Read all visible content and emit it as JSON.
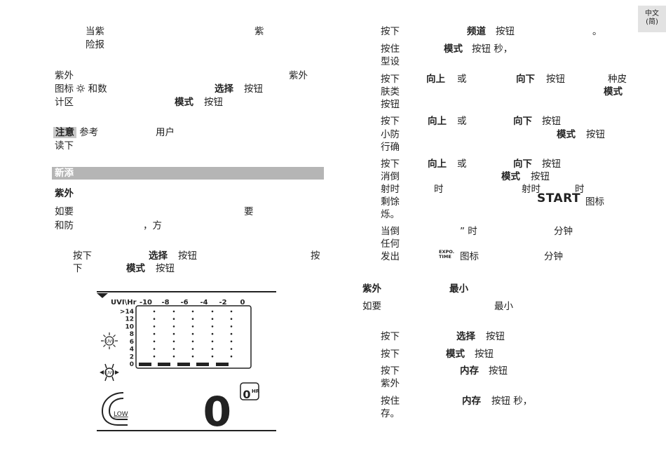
{
  "lang_tab": [
    "中文",
    "(简)"
  ],
  "left": {
    "p1": {
      "l1a": "当紫",
      "l1b": "紫",
      "l2": "险报"
    },
    "p2": {
      "l1a": "紫外",
      "l1b": "紫外",
      "l2a": "图标 ",
      "l2b": " 和数",
      "l2c": "选择",
      "l2d": "按钮",
      "l3a": "计区",
      "l3b": "模式",
      "l3c": "按钮"
    },
    "note": {
      "label": "注意",
      "t1": "参考",
      "t2": "用户",
      "l2": "读下"
    },
    "section_title": "新添",
    "subhead": "紫外",
    "p3": {
      "l1a": "如要",
      "l1b": "要",
      "l2a": "和防",
      "l2b": "，方"
    },
    "p4": {
      "l1a": "按下",
      "l1b": "选择",
      "l1c": "按钮",
      "l1d": "按",
      "l2a": "下",
      "l2b": "模式",
      "l2c": "按钮"
    }
  },
  "lcd": {
    "header": "UVI\\Hr",
    "x_ticks": [
      "-10",
      "-8",
      "-6",
      "-4",
      "-2",
      "0"
    ],
    "y_ticks": [
      ">14",
      "12",
      "10",
      "8",
      "6",
      "4",
      "2",
      "0"
    ],
    "uvi_label": "UVI",
    "low_label": "LOW",
    "digit": "0",
    "hr_digit": "0",
    "hr_label": "HR"
  },
  "right": {
    "s1": {
      "a": "按下",
      "b": "频道",
      "c": "按钮",
      "d": "。"
    },
    "s2": {
      "a": "按住",
      "b": "模式",
      "c": "按钮 秒，",
      "l2": "型设"
    },
    "s3": {
      "a": "按下",
      "b": "向上",
      "c": "或",
      "d": "向下",
      "e": "按钮",
      "f": "种皮",
      "l2": "肤类",
      "l2b": "模式",
      "l3": "按钮"
    },
    "s4": {
      "a": "按下",
      "b": "向上",
      "c": "或",
      "d": "向下",
      "e": "按钮",
      "l2": "小防",
      "l2b": "模式",
      "l2c": "按钮",
      "l3": "行确"
    },
    "s5": {
      "a": "按下",
      "b": "向上",
      "c": "或",
      "d": "向下",
      "e": "按钮",
      "l2": "消倒",
      "l2b": "模式",
      "l2c": "按钮",
      "l3": "射时",
      "l3b": "时",
      "l3c": "射时",
      "l3d": "时",
      "l4": "剩馀",
      "l4b": "START",
      "l4c": "图标",
      "l5": "烁。"
    },
    "s6": {
      "a": "当倒",
      "b": "” 时",
      "c": "分钟",
      "l2": "任何",
      "l3": "发出",
      "l3b": "图标",
      "l3c": "分钟",
      "expo1": "EXPO.",
      "expo2": "TIME"
    },
    "head2": {
      "a": "紫外",
      "b": "最小"
    },
    "p2": {
      "a": "如要",
      "b": "最小"
    },
    "s7": {
      "a": "按下",
      "b": "选择",
      "c": "按钮"
    },
    "s8": {
      "a": "按下",
      "b": "模式",
      "c": "按钮"
    },
    "s9": {
      "a": "按下",
      "b": "内存",
      "c": "按钮",
      "l2": "紫外"
    },
    "s10": {
      "a": "按住",
      "b": "内存",
      "c": "按钮 秒，",
      "l2": "存。"
    }
  }
}
